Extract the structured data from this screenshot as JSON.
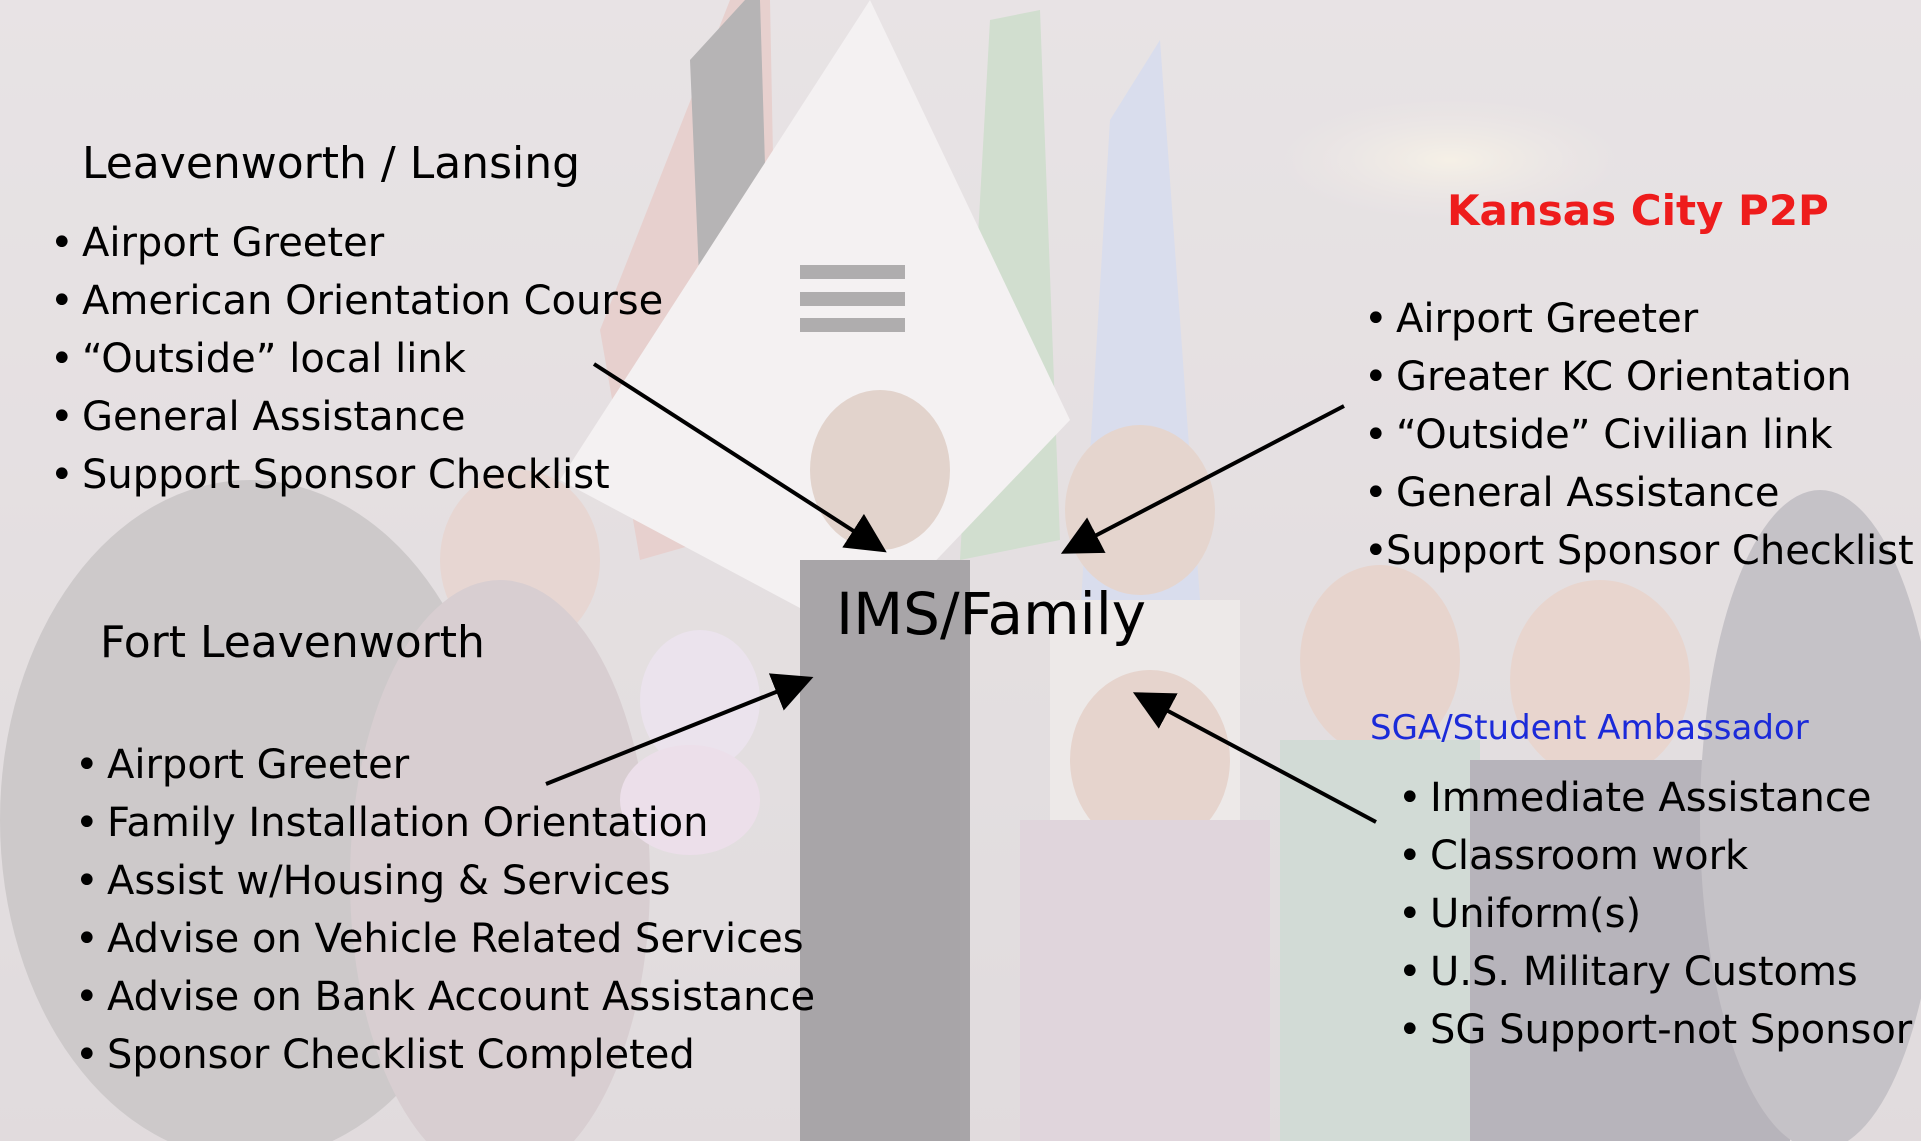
{
  "center_label": "IMS/Family",
  "groups": {
    "leavenworth_lansing": {
      "title": "Leavenworth / Lansing",
      "items": [
        "Airport Greeter",
        "American Orientation Course",
        "“Outside” local link",
        "General Assistance",
        "Support Sponsor Checklist"
      ]
    },
    "fort_leavenworth": {
      "title": "Fort Leavenworth",
      "items": [
        "Airport Greeter",
        "Family Installation Orientation",
        "Assist w/Housing & Services",
        "Advise on Vehicle Related Services",
        "Advise on Bank Account Assistance",
        "Sponsor Checklist Completed"
      ]
    },
    "kansas_city_p2p": {
      "title": "Kansas City P2P",
      "title_color": "#ee1c1c",
      "items": [
        "Airport Greeter",
        "Greater KC Orientation",
        "“Outside” Civilian link",
        "General Assistance",
        "Support Sponsor Checklist"
      ]
    },
    "sga_student_ambassador": {
      "title": "SGA/Student Ambassador",
      "title_color": "#1b2ad9",
      "items": [
        "Immediate Assistance",
        "Classroom work",
        "Uniform(s)",
        "U.S. Military Customs",
        "SG Support-not Sponsor"
      ]
    }
  },
  "bullet": "•",
  "background_image": "faded group photo of people in front of flags"
}
